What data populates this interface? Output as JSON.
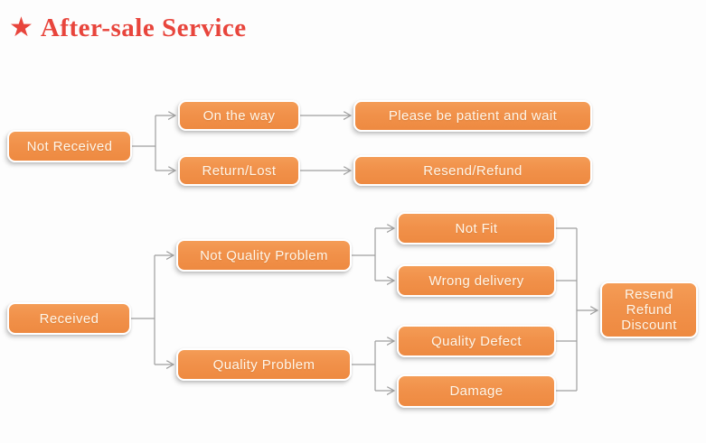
{
  "title": {
    "star": "★",
    "text": "After-sale Service",
    "color": "#e8453c"
  },
  "colors": {
    "node_fill": "#f1914a",
    "node_border": "#ffffff",
    "node_text": "#fef6ea",
    "connector": "#9e9e9e",
    "background": "#fdfdfd"
  },
  "nodes": {
    "not_received": {
      "label": "Not Received"
    },
    "on_the_way": {
      "label": "On the way"
    },
    "return_lost": {
      "label": "Return/Lost"
    },
    "please_be_patient": {
      "label": "Please be patient and wait"
    },
    "resend_refund": {
      "label": "Resend/Refund"
    },
    "received": {
      "label": "Received"
    },
    "not_quality_problem": {
      "label": "Not Quality Problem"
    },
    "quality_problem": {
      "label": "Quality Problem"
    },
    "not_fit": {
      "label": "Not Fit"
    },
    "wrong_delivery": {
      "label": "Wrong delivery"
    },
    "quality_defect": {
      "label": "Quality Defect"
    },
    "damage": {
      "label": "Damage"
    },
    "resend_refund_discount": {
      "lines": [
        "Resend",
        "Refund",
        "Discount"
      ]
    }
  },
  "edges": [
    {
      "from": "not_received",
      "to": "on_the_way"
    },
    {
      "from": "not_received",
      "to": "return_lost"
    },
    {
      "from": "on_the_way",
      "to": "please_be_patient"
    },
    {
      "from": "return_lost",
      "to": "resend_refund"
    },
    {
      "from": "received",
      "to": "not_quality_problem"
    },
    {
      "from": "received",
      "to": "quality_problem"
    },
    {
      "from": "not_quality_problem",
      "to": "not_fit"
    },
    {
      "from": "not_quality_problem",
      "to": "wrong_delivery"
    },
    {
      "from": "quality_problem",
      "to": "quality_defect"
    },
    {
      "from": "quality_problem",
      "to": "damage"
    },
    {
      "from": "not_fit",
      "to": "resend_refund_discount"
    },
    {
      "from": "wrong_delivery",
      "to": "resend_refund_discount"
    },
    {
      "from": "quality_defect",
      "to": "resend_refund_discount"
    },
    {
      "from": "damage",
      "to": "resend_refund_discount"
    }
  ]
}
